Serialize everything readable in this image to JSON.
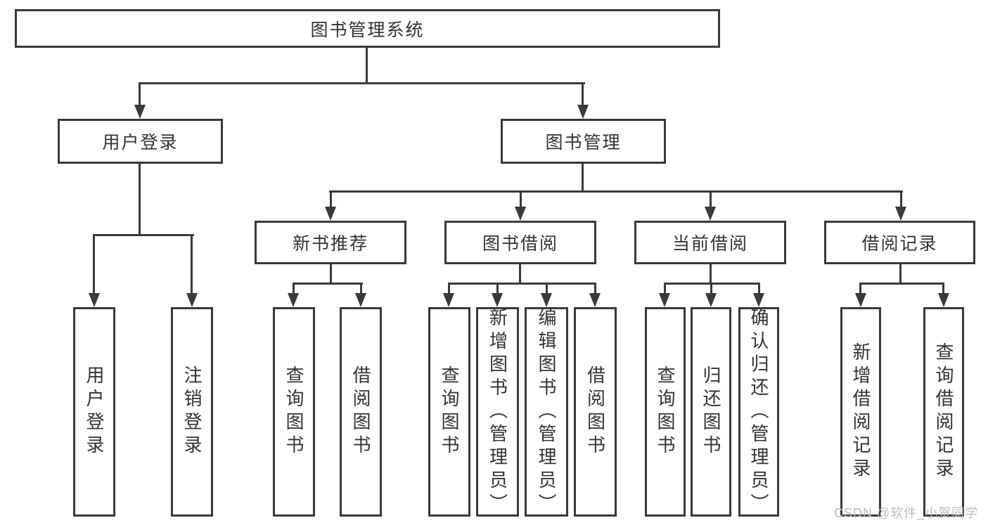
{
  "watermark": "CSDN @软件_小贺同学",
  "colors": {
    "line": "#3a3a3a",
    "text": "#333333",
    "watermark": "#bdbdbd"
  },
  "tree": {
    "label": "图书管理系统",
    "children": [
      {
        "label": "用户登录",
        "children": [
          {
            "label": "用户登录"
          },
          {
            "label": "注销登录"
          }
        ]
      },
      {
        "label": "图书管理",
        "children": [
          {
            "label": "新书推荐",
            "children": [
              {
                "label": "查询图书"
              },
              {
                "label": "借阅图书"
              }
            ]
          },
          {
            "label": "图书借阅",
            "children": [
              {
                "label": "查询图书"
              },
              {
                "label": "新增图书（管理员）"
              },
              {
                "label": "编辑图书（管理员）"
              },
              {
                "label": "借阅图书"
              }
            ]
          },
          {
            "label": "当前借阅",
            "children": [
              {
                "label": "查询图书"
              },
              {
                "label": "归还图书"
              },
              {
                "label": "确认归还（管理员）"
              }
            ]
          },
          {
            "label": "借阅记录",
            "children": [
              {
                "label": "新增借阅记录"
              },
              {
                "label": "查询借阅记录"
              }
            ]
          }
        ]
      }
    ]
  }
}
